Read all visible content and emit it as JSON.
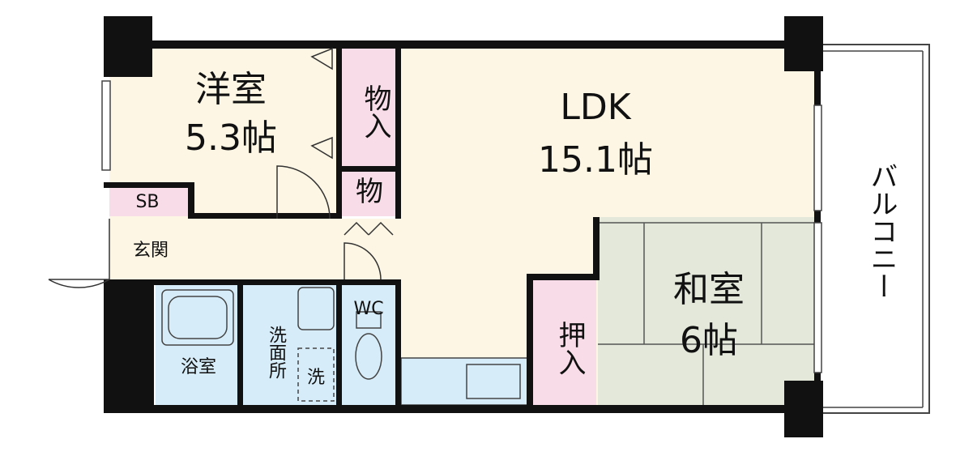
{
  "plan": {
    "colors": {
      "wall": "#111111",
      "living": "#fdf6e4",
      "japanese_room": "#e3e8da",
      "storage": "#f8dde8",
      "wet_area": "#d6ecf8",
      "balcony": "#ffffff",
      "line": "#444444"
    },
    "rooms": {
      "western_room": {
        "name": "洋室",
        "size": "5.3帖"
      },
      "closet_western": {
        "name": "物入"
      },
      "closet_small": {
        "name": "物"
      },
      "ldk": {
        "name": "LDK",
        "size": "15.1帖"
      },
      "shoe_box": {
        "name": "SB"
      },
      "entrance": {
        "name": "玄関"
      },
      "bathroom": {
        "name": "浴室"
      },
      "washroom": {
        "name": "洗面所"
      },
      "laundry": {
        "name": "洗"
      },
      "toilet": {
        "name": "WC"
      },
      "oshiire": {
        "name": "押入"
      },
      "japanese_room": {
        "name": "和室",
        "size": "6帖"
      },
      "balcony": {
        "name": "バルコニー"
      }
    }
  }
}
